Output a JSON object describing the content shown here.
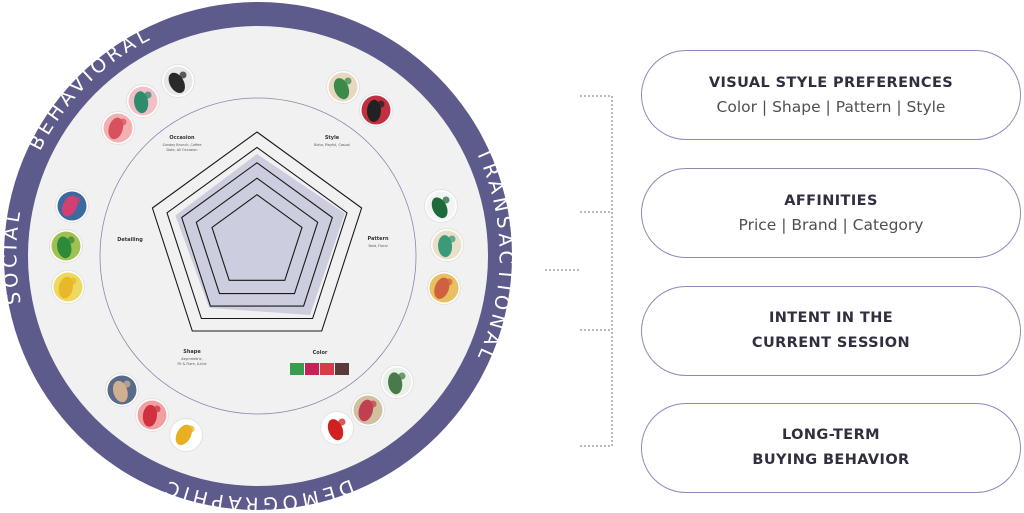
{
  "ring": {
    "labels": {
      "behavioral": "BEHAVIORAL",
      "transactional": "TRANSACTIONAL",
      "demographic": "DEMOGRAPHIC",
      "social": "SOCIAL"
    },
    "color": "#5d5a8c"
  },
  "radar": {
    "axes": [
      {
        "label": "Occasion",
        "sublabel_lines": [
          "Sunday Brunch, Coffee",
          "Date, All Occasion"
        ]
      },
      {
        "label": "Style",
        "sublabel_lines": [
          "Boho, Playful, Casual"
        ]
      },
      {
        "label": "Pattern",
        "sublabel_lines": [
          "Bold, Floral"
        ]
      },
      {
        "label": "Color",
        "sublabel_lines": []
      },
      {
        "label": "Shape",
        "sublabel_lines": [
          "Asymmetric,",
          "Fit & Flare, A-line"
        ]
      },
      {
        "label": "Detailing",
        "sublabel_lines": []
      }
    ],
    "fill_color": "#c8c9dc",
    "swatches": [
      "#3a9a4e",
      "#c8205c",
      "#d93a4a",
      "#5a3a3a"
    ]
  },
  "thumbnails": [
    {
      "name": "leggings-thumbnail",
      "colors": [
        "#2a2a2a",
        "#e8e8e8"
      ]
    },
    {
      "name": "floral-top-thumbnail",
      "colors": [
        "#2e8b6e",
        "#f0c0c8"
      ]
    },
    {
      "name": "pink-dress-thumbnail",
      "colors": [
        "#d9505e",
        "#f2b0b0"
      ]
    },
    {
      "name": "palm-dress-thumbnail",
      "colors": [
        "#3c8a4a",
        "#e8d8c0"
      ]
    },
    {
      "name": "floral-dress-thumbnail",
      "colors": [
        "#222222",
        "#c03040"
      ]
    },
    {
      "name": "pink-floral-thumbnail",
      "colors": [
        "#d04070",
        "#3a6aa0"
      ]
    },
    {
      "name": "green-leaf-thumbnail",
      "colors": [
        "#2d8a3a",
        "#a0c050"
      ]
    },
    {
      "name": "yellow-floral-thumbnail",
      "colors": [
        "#e8b828",
        "#f0d860"
      ]
    },
    {
      "name": "tropical-leaf-thumbnail",
      "colors": [
        "#1f6a3a",
        "#f4f4f4"
      ]
    },
    {
      "name": "leaf-print-thumbnail",
      "colors": [
        "#3a9a7a",
        "#e8e0c8"
      ]
    },
    {
      "name": "floral-bag-thumbnail",
      "colors": [
        "#d06040",
        "#e8c060"
      ]
    },
    {
      "name": "printed-top-thumbnail",
      "colors": [
        "#d0b090",
        "#5a6a8a"
      ]
    },
    {
      "name": "summer-dress-thumbnail",
      "colors": [
        "#d03040",
        "#f0a0a0"
      ]
    },
    {
      "name": "yellow-dress-thumbnail",
      "colors": [
        "#e8b020",
        "#ffffff"
      ]
    },
    {
      "name": "green-print-thumbnail",
      "colors": [
        "#4a7a4a",
        "#e8f0e8"
      ]
    },
    {
      "name": "floral-skirt-thumbnail",
      "colors": [
        "#c04050",
        "#d0c0a0"
      ]
    },
    {
      "name": "red-heels-thumbnail",
      "colors": [
        "#d02020",
        "#ffffff"
      ]
    }
  ],
  "categories": [
    {
      "title_lines": [
        "VISUAL STYLE PREFERENCES"
      ],
      "subtitle": "Color | Shape | Pattern | Style"
    },
    {
      "title_lines": [
        "AFFINITIES"
      ],
      "subtitle": "Price | Brand | Category"
    },
    {
      "title_lines": [
        "INTENT IN THE",
        "CURRENT SESSION"
      ],
      "subtitle": ""
    },
    {
      "title_lines": [
        "LONG-TERM",
        "BUYING BEHAVIOR"
      ],
      "subtitle": ""
    }
  ]
}
